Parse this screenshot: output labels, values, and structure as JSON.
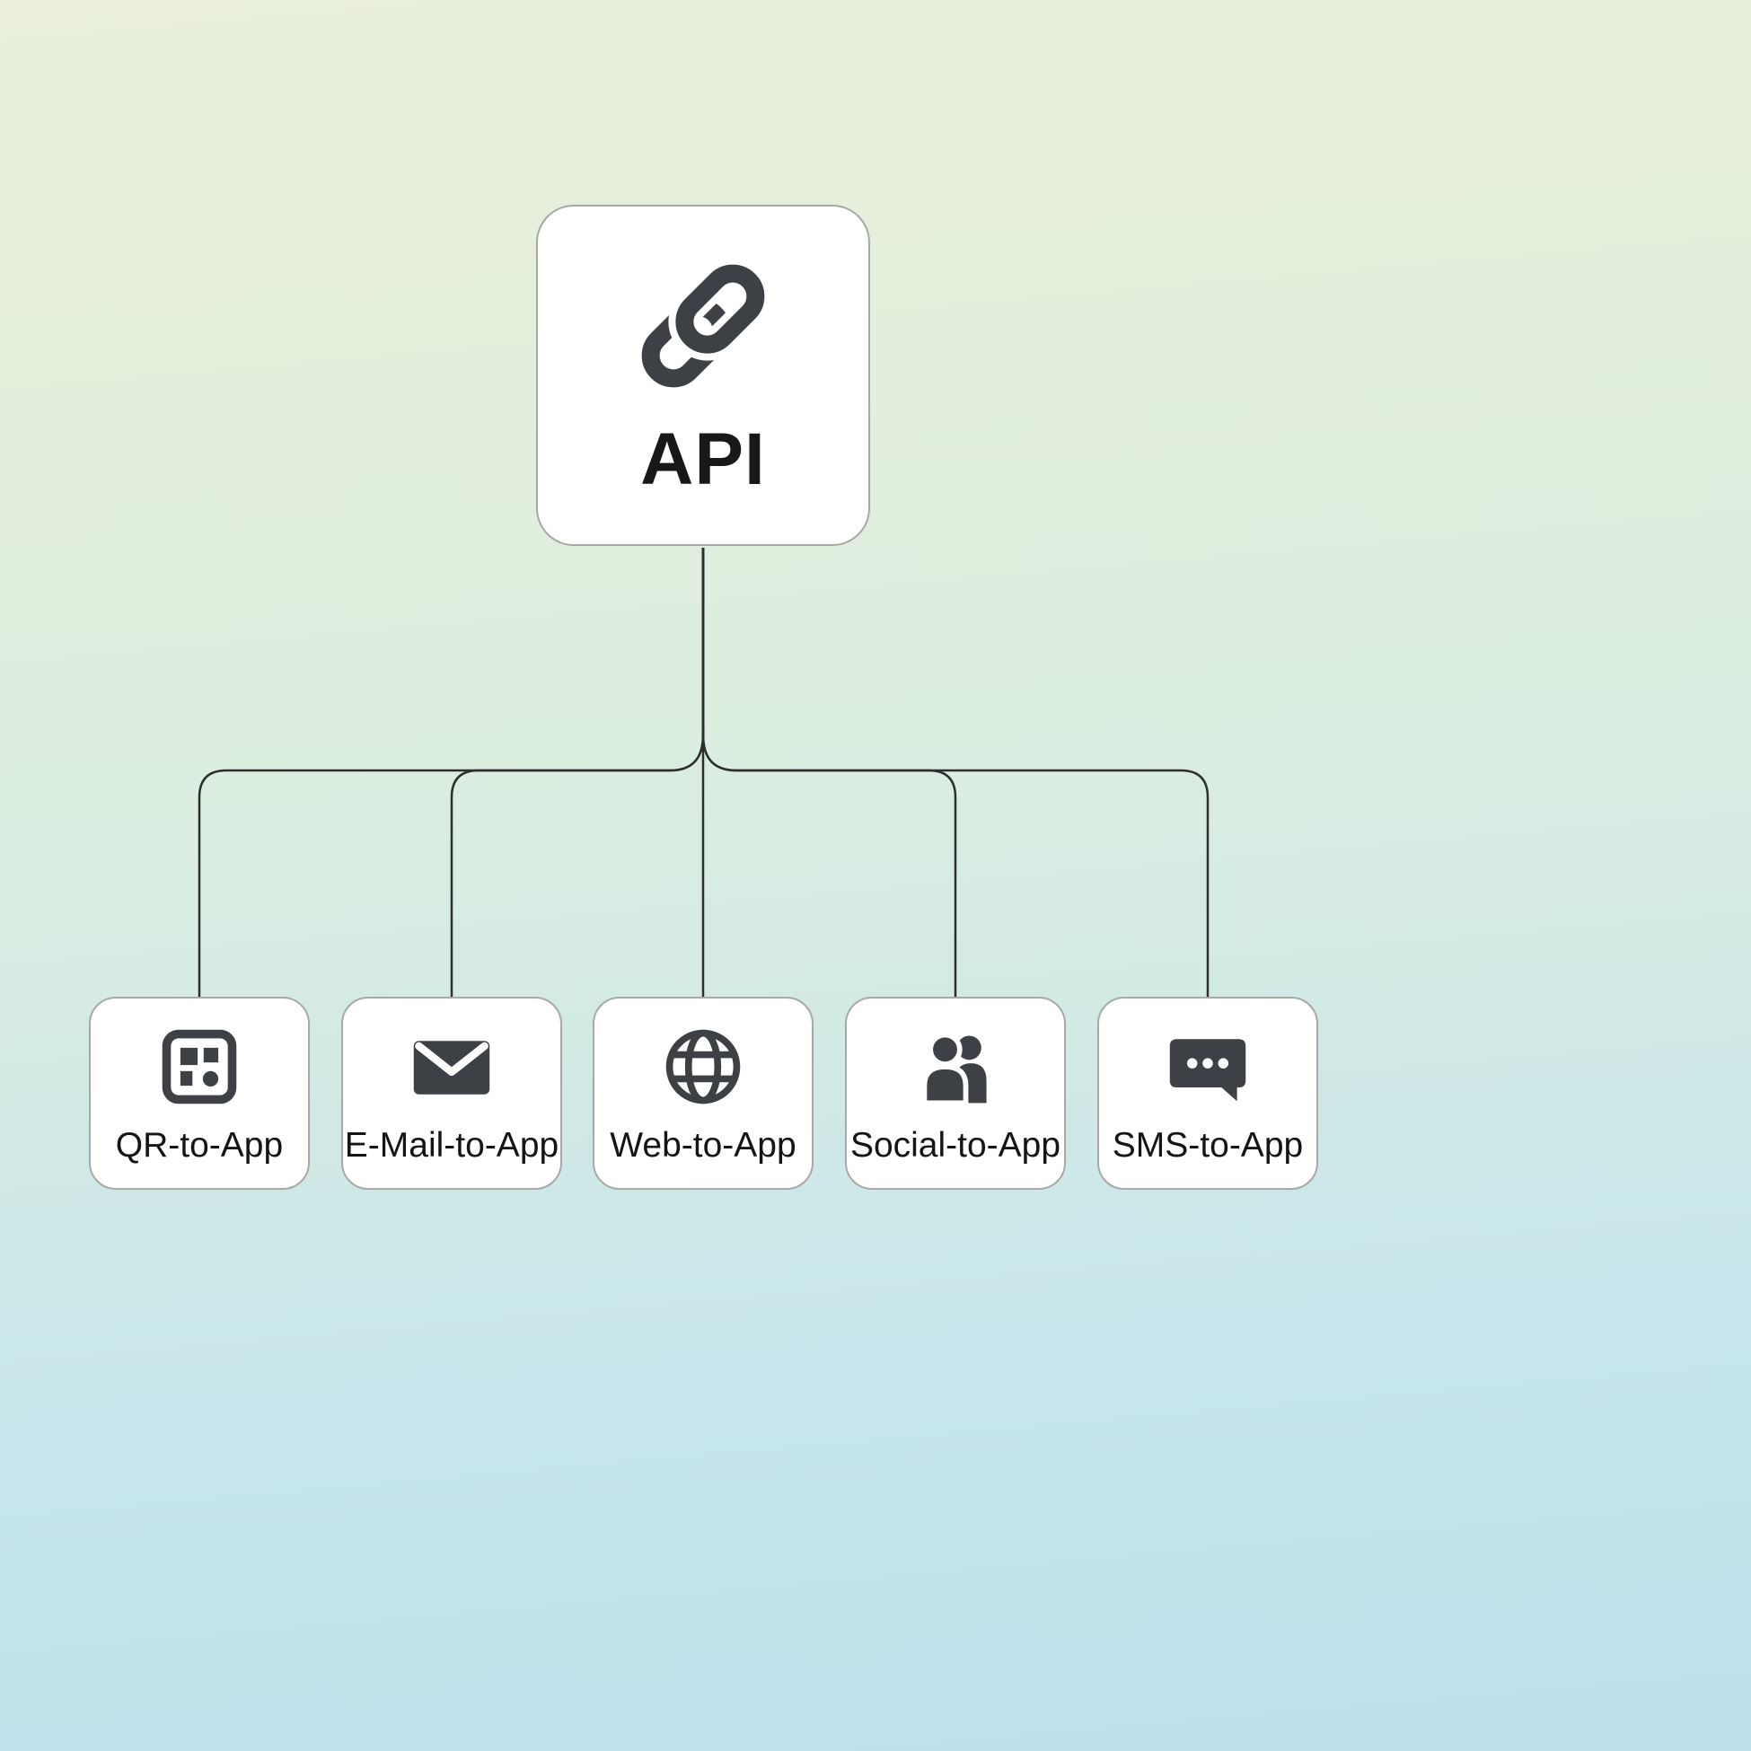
{
  "diagram": {
    "title": "API distribution channels diagram",
    "root": {
      "label": "API",
      "icon": "link-icon"
    },
    "children": [
      {
        "label": "QR-to-App",
        "icon": "qr-code-icon"
      },
      {
        "label": "E-Mail-to-App",
        "icon": "email-envelope-icon"
      },
      {
        "label": "Web-to-App",
        "icon": "globe-icon"
      },
      {
        "label": "Social-to-App",
        "icon": "people-icon"
      },
      {
        "label": "SMS-to-App",
        "icon": "sms-chat-bubble-icon"
      }
    ],
    "colors": {
      "icon": "#3d4145",
      "card_background": "#ffffff",
      "card_border": "#a6a9a4",
      "connector": "#2c2e30",
      "background_top": "#eaf0da",
      "background_bottom": "#bde1ec",
      "text": "#141517"
    }
  }
}
